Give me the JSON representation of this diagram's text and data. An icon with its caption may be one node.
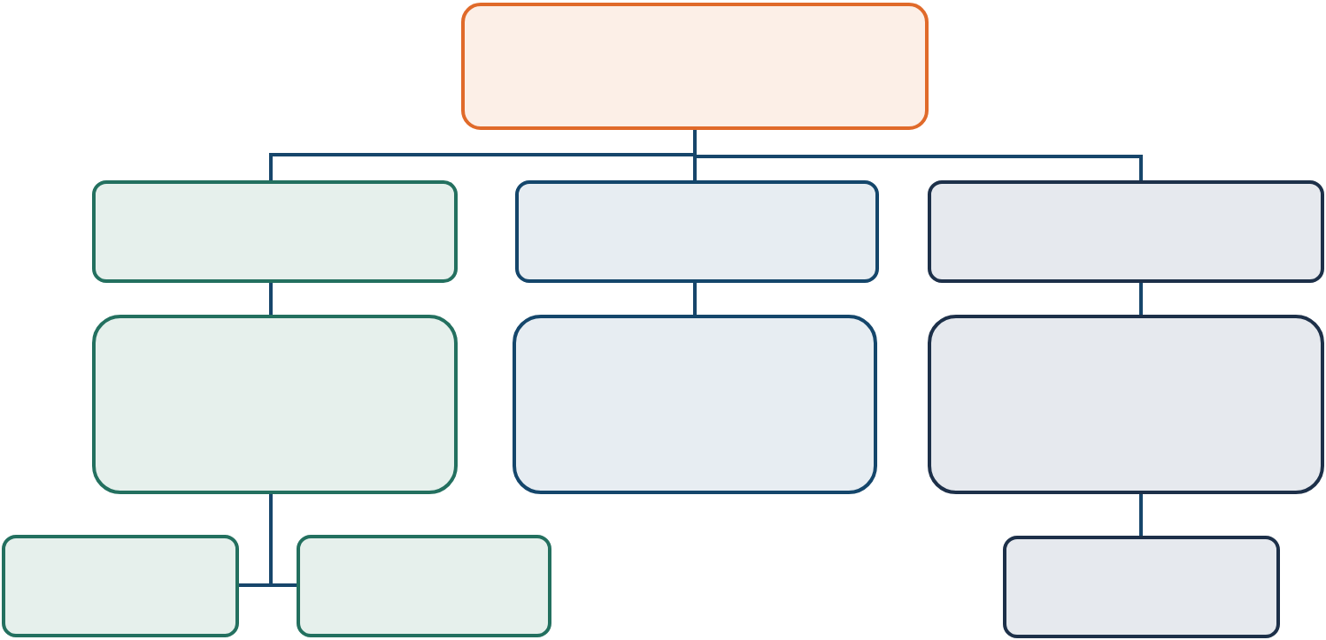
{
  "diagram": {
    "nodes": [
      {
        "text": [],
        "shape": "box"
      },
      {
        "text": [],
        "shape": "box"
      },
      {
        "text": [],
        "shape": "box"
      },
      {
        "text": [],
        "shape": "box"
      },
      {
        "text": [],
        "shape": "box"
      },
      {
        "text": [],
        "shape": "box"
      },
      {
        "text": [],
        "shape": "box"
      },
      {
        "text": [],
        "shape": "box"
      },
      {
        "text": [],
        "shape": "box"
      },
      {
        "text": [],
        "shape": "box"
      }
    ],
    "edges": [
      {
        "from": 0,
        "to": 1,
        "arrow": "none"
      },
      {
        "from": 0,
        "to": 2,
        "arrow": "none"
      },
      {
        "from": 0,
        "to": 3,
        "arrow": "none"
      },
      {
        "from": 1,
        "to": 4,
        "arrow": "none"
      },
      {
        "from": 2,
        "to": 5,
        "arrow": "none"
      },
      {
        "from": 3,
        "to": 6,
        "arrow": "none"
      },
      {
        "from": 4,
        "to": 7,
        "arrow": "none"
      },
      {
        "from": 4,
        "to": 8,
        "arrow": "none"
      },
      {
        "from": 6,
        "to": 9,
        "arrow": "none"
      }
    ]
  }
}
